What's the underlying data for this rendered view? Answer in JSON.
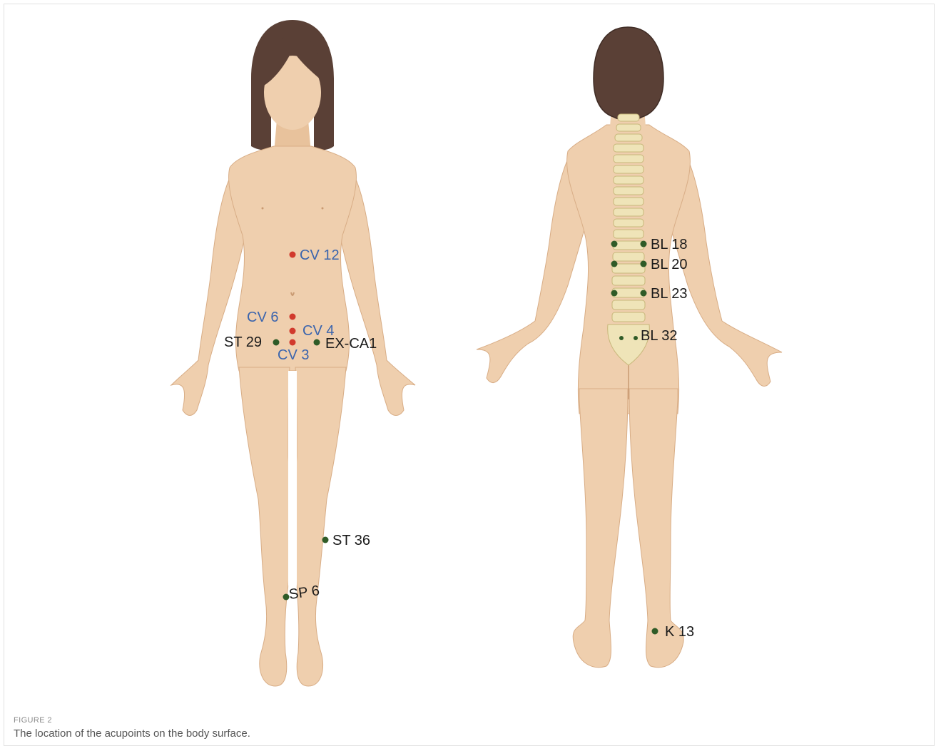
{
  "figure": {
    "label": "FIGURE 2",
    "caption": "The location of the acupoints on the body surface."
  },
  "colors": {
    "skin": "#efcfae",
    "skin_shadow": "#e4bf9a",
    "skin_outline": "#c99a72",
    "hair": "#5a4036",
    "bone": "#efe4b8",
    "point_red": "#d13a2d",
    "point_green": "#2f5b27",
    "label_blue": "#3a64ad",
    "label_black": "#1a1a1a"
  },
  "front_points": [
    {
      "name": "CV 12",
      "color": "red",
      "label_color": "blue"
    },
    {
      "name": "CV 6",
      "color": "red",
      "label_color": "blue"
    },
    {
      "name": "CV 4",
      "color": "red",
      "label_color": "blue"
    },
    {
      "name": "CV 3",
      "color": "red",
      "label_color": "blue"
    },
    {
      "name": "ST 29",
      "color": "green",
      "label_color": "black"
    },
    {
      "name": "EX-CA1",
      "color": "green",
      "label_color": "black"
    },
    {
      "name": "ST 36",
      "color": "green",
      "label_color": "black"
    },
    {
      "name": "SP 6",
      "color": "green",
      "label_color": "black"
    }
  ],
  "back_points": [
    {
      "name": "BL 18",
      "color": "green",
      "label_color": "black"
    },
    {
      "name": "BL 20",
      "color": "green",
      "label_color": "black"
    },
    {
      "name": "BL 23",
      "color": "green",
      "label_color": "black"
    },
    {
      "name": "BL 32",
      "color": "green",
      "label_color": "black"
    },
    {
      "name": "K 13",
      "color": "green",
      "label_color": "black"
    }
  ]
}
